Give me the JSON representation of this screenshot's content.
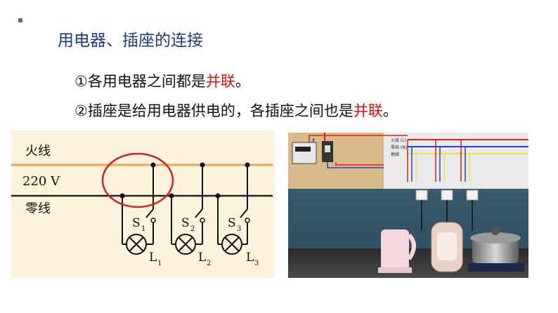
{
  "slide": {
    "title": "用电器、插座的连接",
    "line1_prefix": "①各用电器之间都是",
    "line1_highlight": "并联",
    "line1_suffix": "。",
    "line2_prefix": "②插座是给用电器供电的，各插座之间也是",
    "line2_highlight": "并联",
    "line2_suffix": "。"
  },
  "circuit": {
    "live_label": "火线",
    "voltage_label": "220 V",
    "neutral_label": "零线",
    "switches": [
      {
        "name": "S",
        "sub": "1"
      },
      {
        "name": "S",
        "sub": "2"
      },
      {
        "name": "S",
        "sub": "3"
      }
    ],
    "lamps": [
      {
        "name": "L",
        "sub": "1"
      },
      {
        "name": "L",
        "sub": "2"
      },
      {
        "name": "L",
        "sub": "3"
      }
    ]
  },
  "scene": {
    "wire_labels": [
      "火线 (L)",
      "零线 (N)",
      "地线"
    ]
  },
  "colors": {
    "title": "#1a3a8a",
    "highlight": "#e01010",
    "live_wire": "#f0a060",
    "neutral_wire": "#222222",
    "circle": "#d42020"
  }
}
